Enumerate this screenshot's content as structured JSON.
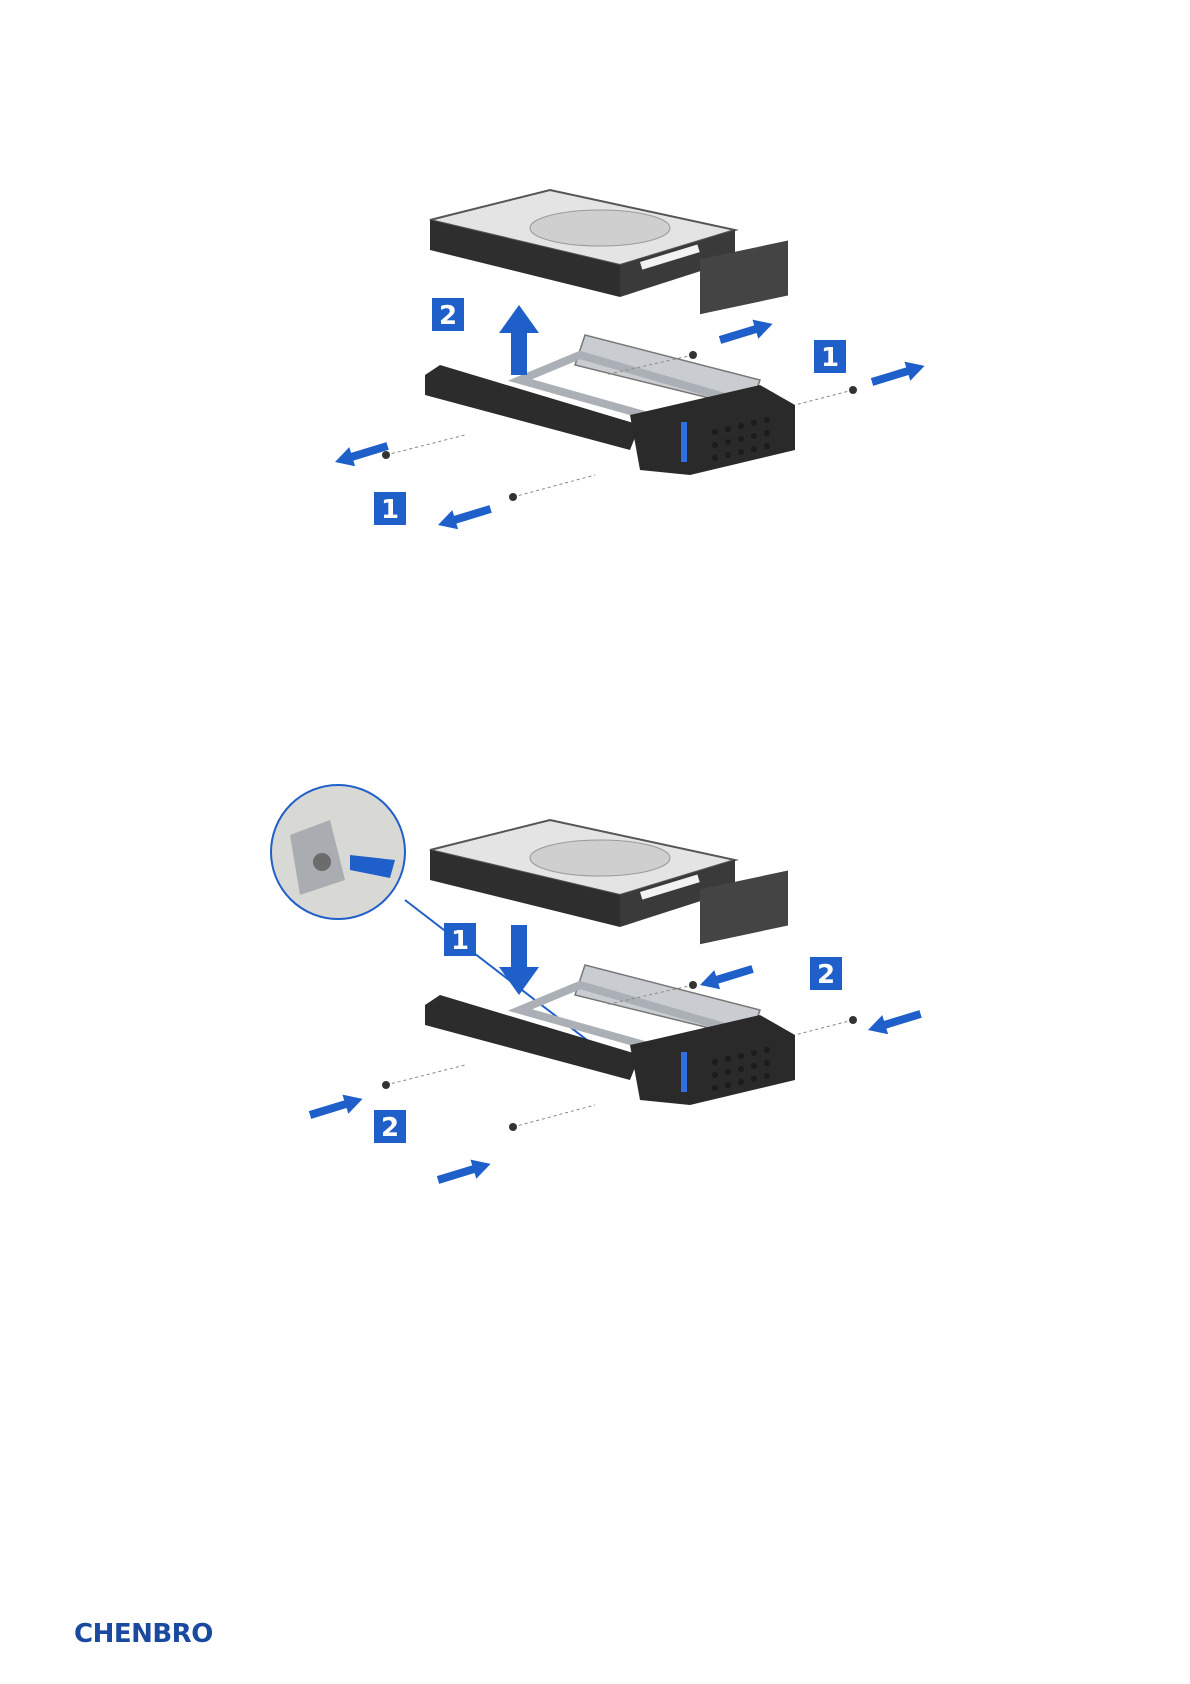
{
  "figures": [
    {
      "id": "remove-drive",
      "steps": [
        {
          "label": "1",
          "action": "remove screws"
        },
        {
          "label": "2",
          "action": "lift drive out"
        }
      ],
      "labels_visible": [
        "2",
        "1",
        "1"
      ]
    },
    {
      "id": "install-drive",
      "steps": [
        {
          "label": "1",
          "action": "lower drive in"
        },
        {
          "label": "2",
          "action": "insert screws"
        }
      ],
      "labels_visible": [
        "1",
        "2",
        "2"
      ]
    }
  ],
  "colors": {
    "accent_blue": "#1f5fc9",
    "tray_dark": "#2b2b2b",
    "drive_top": "#d9d9d9",
    "rail_metal": "#bfc3c7"
  },
  "footer": {
    "logo_text": "CHENBRO",
    "logo_color": "#1a4aa0"
  }
}
